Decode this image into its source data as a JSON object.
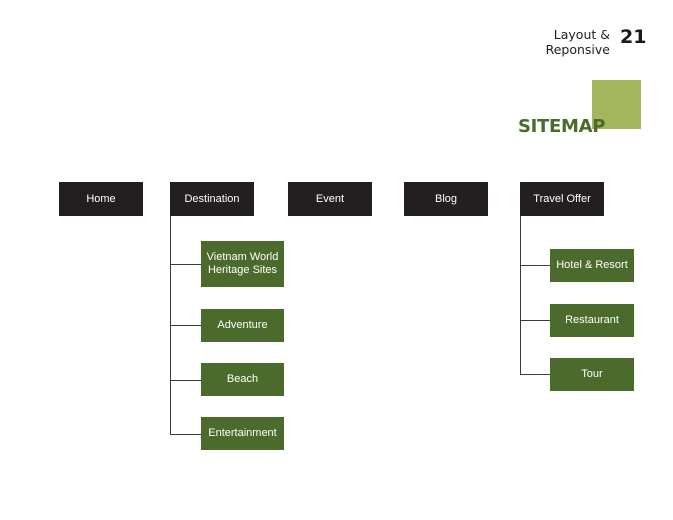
{
  "header": {
    "title_line1": "Layout &",
    "title_line2": "Reponsive",
    "page_number": "21"
  },
  "sitemap_title": "SITEMAP",
  "colors": {
    "dark_box": "#231f20",
    "green_box": "#4b6b2c",
    "accent": "#a3b55d",
    "heading": "#4a6b2a"
  },
  "nav": [
    {
      "label": "Home"
    },
    {
      "label": "Destination",
      "children": [
        {
          "label": "Vietnam World Heritage Sites"
        },
        {
          "label": "Adventure"
        },
        {
          "label": "Beach"
        },
        {
          "label": "Entertainment"
        }
      ]
    },
    {
      "label": "Event"
    },
    {
      "label": "Blog"
    },
    {
      "label": "Travel Offer",
      "children": [
        {
          "label": "Hotel & Resort"
        },
        {
          "label": "Restaurant"
        },
        {
          "label": "Tour"
        }
      ]
    }
  ]
}
